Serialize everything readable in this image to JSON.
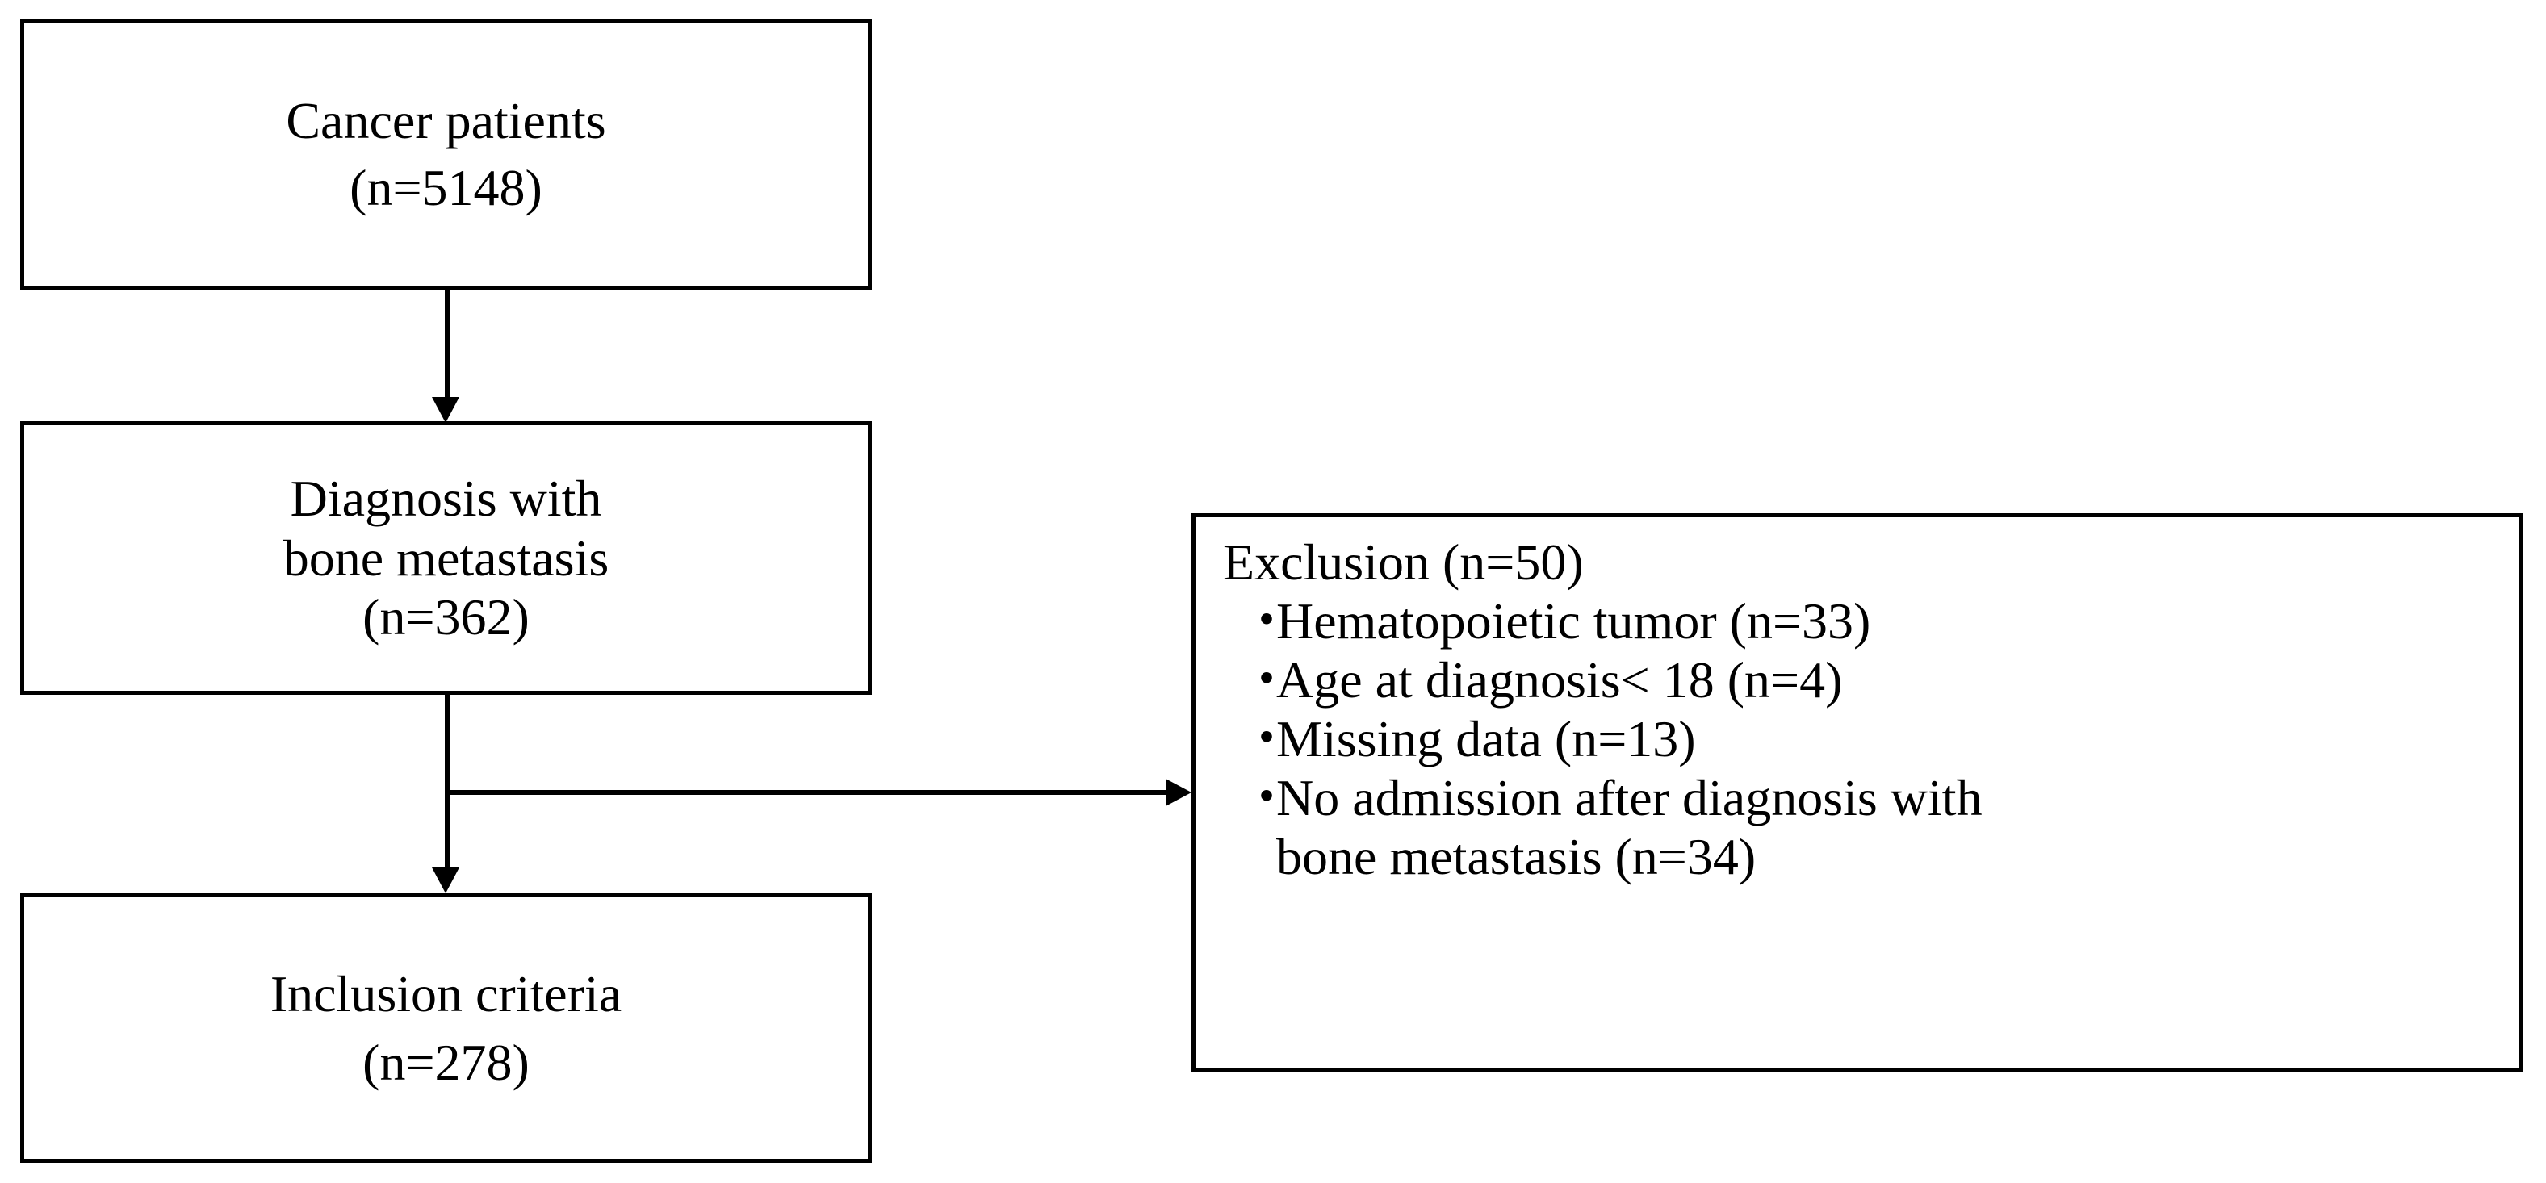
{
  "diagram": {
    "type": "patient-selection-flowchart",
    "colors": {
      "line": "#000000",
      "text": "#000000",
      "background": "#ffffff"
    },
    "boxes": [
      {
        "id": "cancer-patients",
        "lines": [
          "Cancer patients",
          "(n=5148)"
        ],
        "count": 5148
      },
      {
        "id": "diagnosis-bone-metastasis",
        "lines": [
          "Diagnosis with",
          "bone metastasis",
          "(n=362)"
        ],
        "count": 362
      },
      {
        "id": "inclusion-criteria",
        "lines": [
          "Inclusion criteria",
          "(n=278)"
        ],
        "count": 278
      }
    ],
    "exclusion": {
      "title": "Exclusion (n=50)",
      "total": 50,
      "bullet": "・",
      "items": [
        {
          "label": "Hematopoietic tumor (n=33)",
          "line1": "Hematopoietic tumor (n=33)",
          "line2": "",
          "count": 33
        },
        {
          "label": "Age at diagnosis< 18 (n=4)",
          "line1": "Age at diagnosis< 18 (n=4)",
          "line2": "",
          "count": 4
        },
        {
          "label": "Missing data (n=13)",
          "line1": "Missing data (n=13)",
          "line2": "",
          "count": 13
        },
        {
          "label": "No admission after diagnosis with bone metastasis (n=34)",
          "line1": "No admission after diagnosis with",
          "line2": "bone metastasis (n=34)",
          "count": 34
        }
      ]
    },
    "connectors": [
      {
        "id": "cancer-to-diagnosis",
        "from": "cancer-patients",
        "to": "diagnosis-bone-metastasis",
        "kind": "arrow-down"
      },
      {
        "id": "diagnosis-to-inclusion",
        "from": "diagnosis-bone-metastasis",
        "to": "inclusion-criteria",
        "kind": "arrow-down"
      },
      {
        "id": "diagnosis-to-exclusion",
        "from": "diagnosis-bone-metastasis",
        "to": "exclusion",
        "kind": "arrow-right"
      }
    ]
  }
}
